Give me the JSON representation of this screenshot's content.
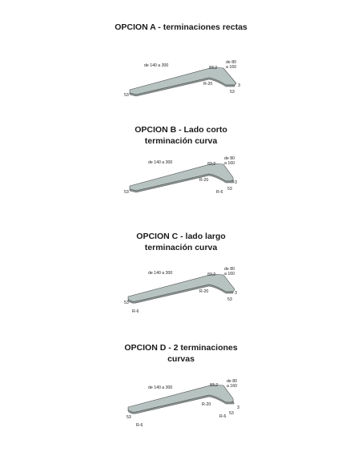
{
  "options": [
    {
      "title": "OPCION A - terminaciones rectas",
      "labels": {
        "length": "de 140 a 300",
        "corner": "83,2",
        "width": "de 80\na 160",
        "radius": "R-20",
        "thickness": "3",
        "depth_right": "53",
        "depth_left": "53"
      }
    },
    {
      "title": "OPCION B - Lado corto\nterminación curva",
      "labels": {
        "length": "de 140 a 300",
        "corner": "83,2",
        "width": "de 80\na 160",
        "radius": "R-20",
        "thickness": "3",
        "depth_right": "53",
        "depth_left": "53",
        "end_radius_right": "R-6"
      }
    },
    {
      "title": "OPCION C - lado largo\nterminación curva",
      "labels": {
        "length": "de 140 a 300",
        "corner": "83,2",
        "width": "de 80\na 160",
        "radius": "R-20",
        "thickness": "3",
        "depth_right": "53",
        "depth_left": "53",
        "end_radius_left": "R-6"
      }
    },
    {
      "title": "OPCION D - 2 terminaciones\ncurvas",
      "labels": {
        "length": "de 140 a 300",
        "corner": "83,2",
        "width": "de 80\na 160",
        "radius": "R-20",
        "thickness": "3",
        "depth_right": "53",
        "depth_left": "53",
        "end_radius_right": "R-6",
        "end_radius_left": "R-6"
      }
    }
  ]
}
